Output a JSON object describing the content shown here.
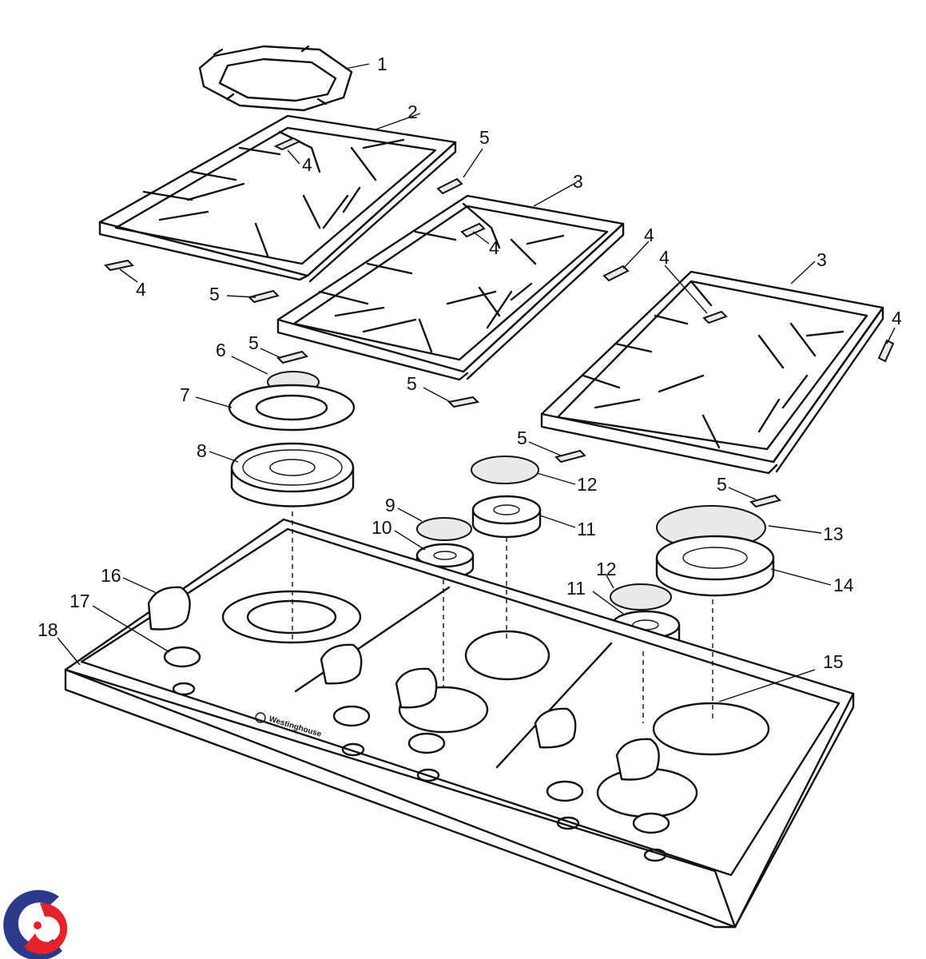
{
  "brand": "Westinghouse",
  "accent_colors": {
    "logo_blue": "#2d3a8c",
    "logo_red": "#e2232a"
  },
  "callouts": [
    "1",
    "2",
    "3",
    "3",
    "4",
    "4",
    "4",
    "4",
    "4",
    "4",
    "5",
    "5",
    "5",
    "5",
    "5",
    "5",
    "6",
    "7",
    "8",
    "9",
    "10",
    "11",
    "11",
    "12",
    "12",
    "13",
    "14",
    "15",
    "16",
    "17",
    "18"
  ]
}
